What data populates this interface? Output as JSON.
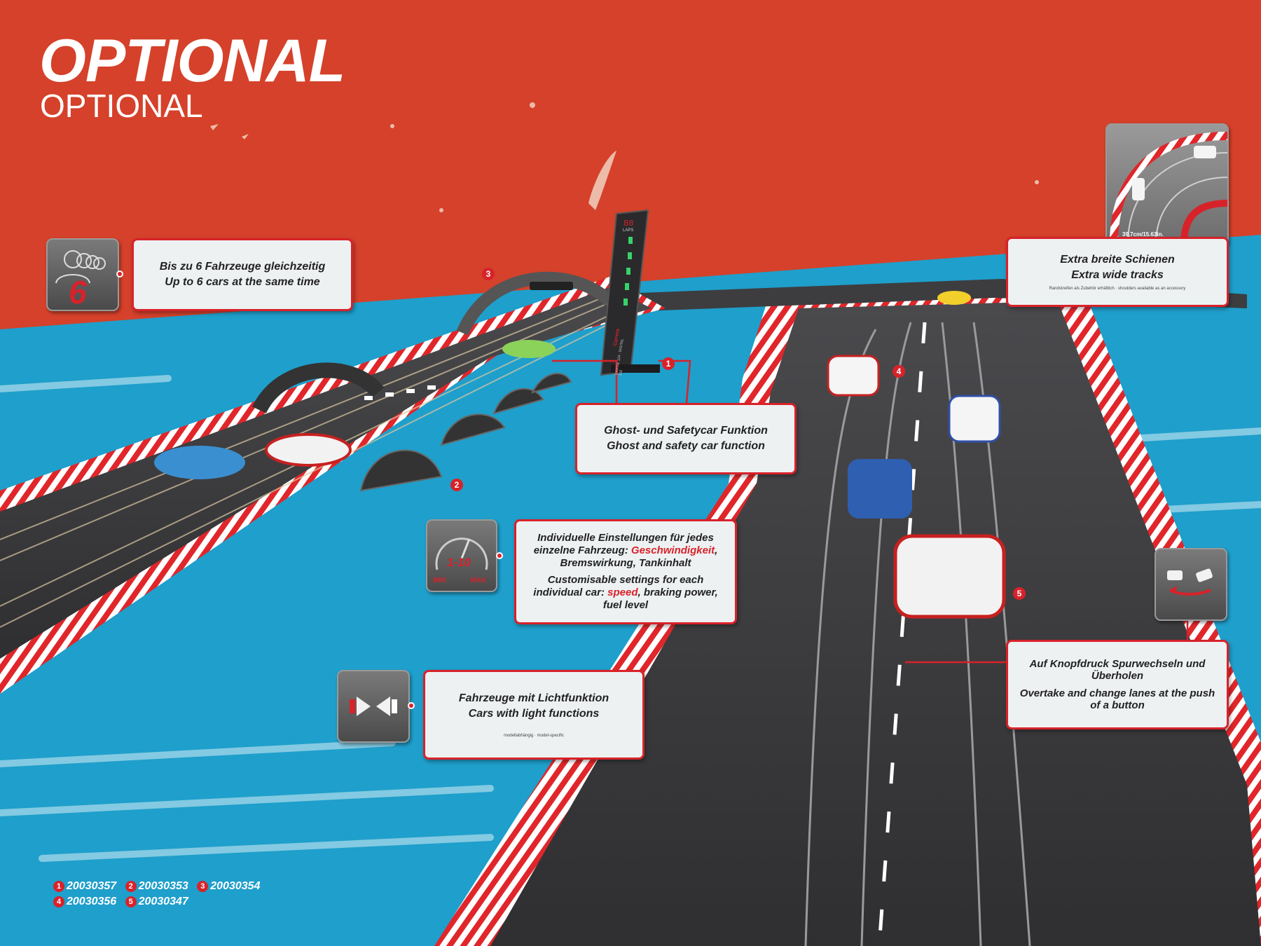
{
  "title": {
    "main": "OPTIONAL",
    "sub": "OPTIONAL"
  },
  "callouts": {
    "cars": {
      "line1": "Bis zu 6 Fahrzeuge gleichzeitig",
      "line2": "Up to 6 cars at the same time",
      "icon_text": "6"
    },
    "wide": {
      "line1": "Extra breite Schienen",
      "line2": "Extra wide tracks",
      "small": "Randstreifen als Zubehör erhältlich · shoulders available as an accessory",
      "dimension": "39,7cm/15.63in."
    },
    "ghost": {
      "line1": "Ghost- und Safetycar Funktion",
      "line2": "Ghost and safety car function"
    },
    "settings": {
      "de_pre": "Individuelle Einstellungen für jedes einzelne Fahrzeug: ",
      "de_red": "Geschwindigkeit",
      "de_post": ", Bremswirkung, Tankinhalt",
      "en_pre": "Customisable settings for each individual car: ",
      "en_red": "speed",
      "en_post": ", braking power, fuel level",
      "icon_text": "1-10",
      "icon_min": "MIN",
      "icon_max": "MAX"
    },
    "lights": {
      "line1": "Fahrzeuge mit Lichtfunktion",
      "line2": "Cars with light functions",
      "small": "modellabhängig · model-specific"
    },
    "lanes": {
      "line1": "Auf Knopfdruck Spurwechseln und Überholen",
      "line2": "Overtake and change lanes at the push of a button"
    }
  },
  "markers": [
    "1",
    "2",
    "3",
    "4",
    "5"
  ],
  "tower": {
    "brand": "Carrera",
    "label": "DIGITAL 124 · DIGITAL 132",
    "laps": "LAPS"
  },
  "parts": [
    {
      "n": "1",
      "code": "20030357"
    },
    {
      "n": "2",
      "code": "20030353"
    },
    {
      "n": "3",
      "code": "20030354"
    },
    {
      "n": "4",
      "code": "20030356"
    },
    {
      "n": "5",
      "code": "20030347"
    }
  ],
  "colors": {
    "sky_red": "#d5412a",
    "water_blue": "#1f9fcb",
    "accent_red": "#d8222a",
    "track": "#3a3a3c"
  }
}
